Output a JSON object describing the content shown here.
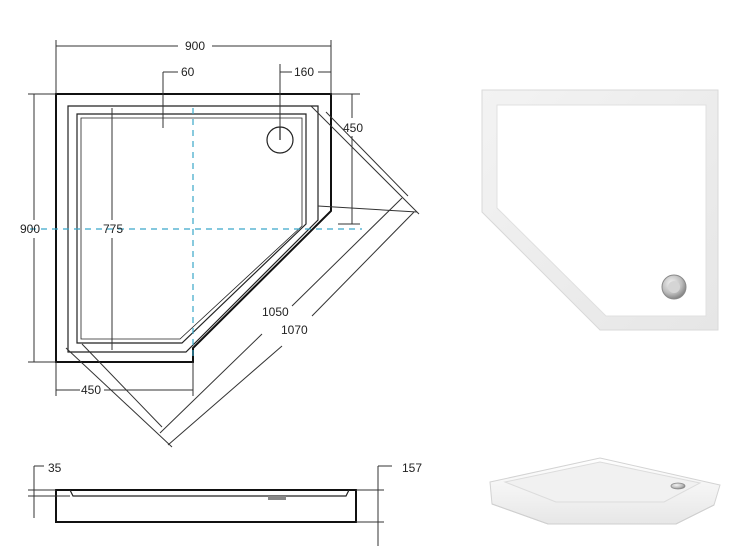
{
  "top_view": {
    "width": "900",
    "edge_offset": "60",
    "drain_offset": "160",
    "drain_from_top": "450",
    "depth": "900",
    "inner_depth": "775",
    "bottom_straight": "450",
    "diagonal_inner": "1050",
    "diagonal_outer": "1070"
  },
  "side_view": {
    "rim_height": "35",
    "total_height": "157"
  },
  "photos": {
    "top_photo_icon": "tray-top-photo-icon",
    "perspective_photo_icon": "tray-perspective-photo-icon"
  },
  "colors": {
    "centerline": "#3aa7c9",
    "outline": "#111111",
    "drain_metal": "#b9b9b9"
  }
}
